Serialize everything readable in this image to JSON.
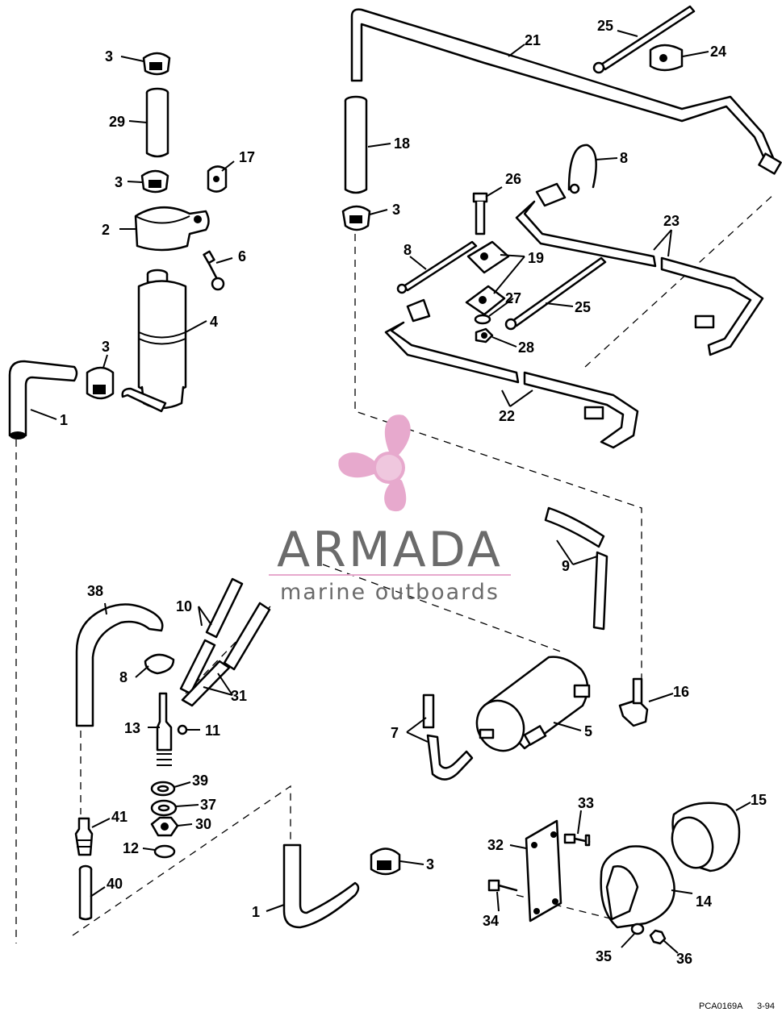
{
  "watermark": {
    "brand": "ARMADA",
    "tagline": "marine outboards",
    "logo_icon": "propeller-icon",
    "colors": {
      "propeller": "#e7a9cd",
      "text": "#6b6b6b",
      "rule": "#e7a9cd"
    }
  },
  "drawing_code": "PCA0169A",
  "drawing_date": "3-94",
  "callouts": {
    "c1_upper": "1",
    "c1_lower": "1",
    "c2": "2",
    "c3_a": "3",
    "c3_b": "3",
    "c3_c": "3",
    "c3_d": "3",
    "c3_e": "3",
    "c4": "4",
    "c5": "5",
    "c6": "6",
    "c7": "7",
    "c8_a": "8",
    "c8_b": "8",
    "c8_c": "8",
    "c9": "9",
    "c10": "10",
    "c11": "11",
    "c12": "12",
    "c13": "13",
    "c14": "14",
    "c15": "15",
    "c16": "16",
    "c17": "17",
    "c18": "18",
    "c19": "19",
    "c21": "21",
    "c22": "22",
    "c23": "23",
    "c24": "24",
    "c25_a": "25",
    "c25_b": "25",
    "c26": "26",
    "c27": "27",
    "c28": "28",
    "c29": "29",
    "c30": "30",
    "c31": "31",
    "c32": "32",
    "c33": "33",
    "c34": "34",
    "c35": "35",
    "c36": "36",
    "c37": "37",
    "c38": "38",
    "c39": "39",
    "c40": "40",
    "c41": "41"
  }
}
